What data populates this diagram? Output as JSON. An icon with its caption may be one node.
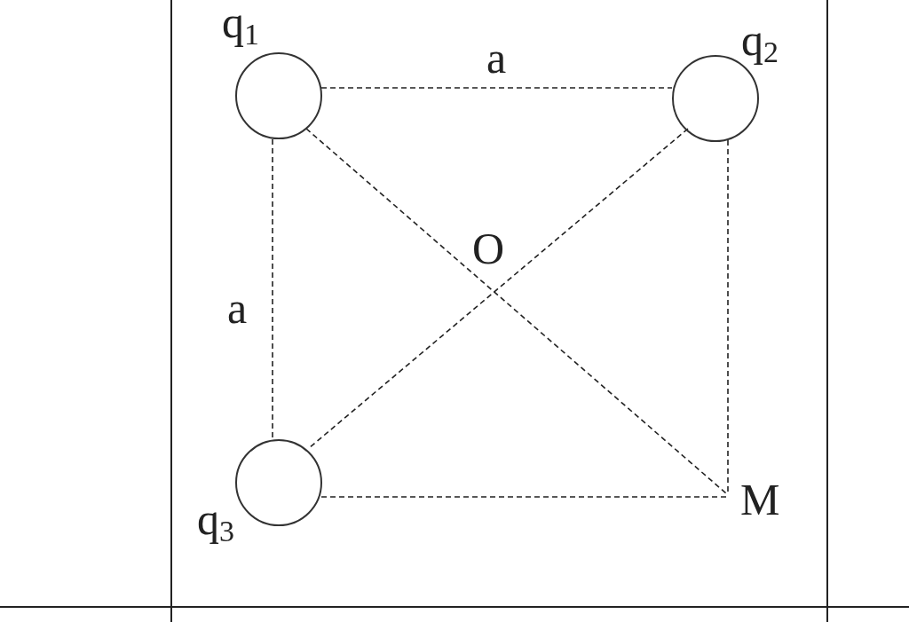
{
  "diagram": {
    "nodes": [
      {
        "text": [],
        "shape": "circle",
        "beside": [
          "q$_{1}$"
        ]
      },
      {
        "text": [],
        "shape": "circle",
        "beside": [
          "q$_{2}$"
        ]
      },
      {
        "text": [],
        "shape": "circle",
        "beside": [
          "q$_{3}$"
        ]
      },
      {
        "text": [
          "M"
        ]
      }
    ],
    "edges": [
      {
        "from": 0,
        "to": 1,
        "arrow": "none",
        "style": "dashed",
        "label": "a"
      },
      {
        "from": 0,
        "to": 2,
        "arrow": "none",
        "style": "dashed",
        "label": "a"
      },
      {
        "from": 0,
        "to": 3,
        "arrow": "none",
        "style": "dashed"
      },
      {
        "from": 1,
        "to": 2,
        "arrow": "none",
        "style": "dashed"
      },
      {
        "from": 1,
        "to": 3,
        "arrow": "none",
        "style": "dashed"
      },
      {
        "from": 2,
        "to": 3,
        "arrow": "none",
        "style": "dashed"
      }
    ],
    "labels": [
      "O"
    ]
  }
}
